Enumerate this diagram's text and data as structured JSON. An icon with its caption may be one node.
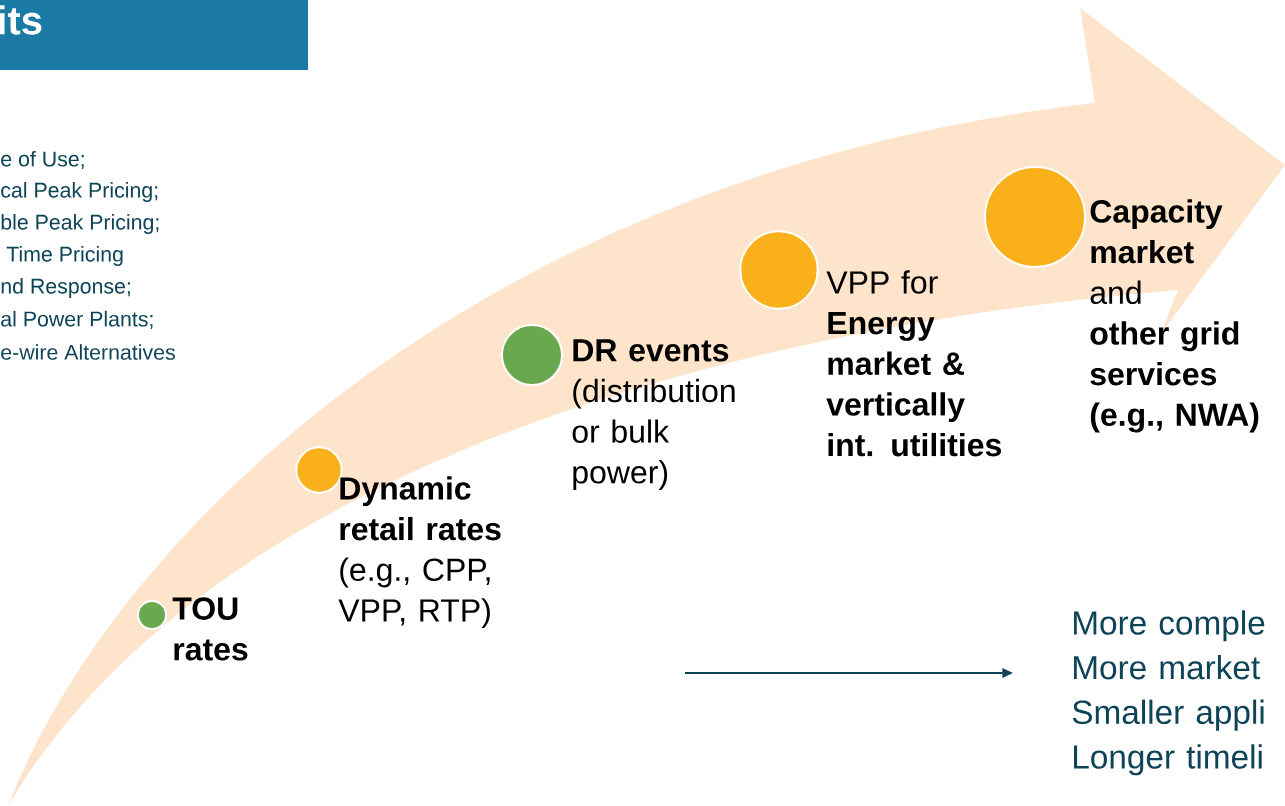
{
  "diagram": {
    "title": "its",
    "nodes": [
      {
        "text": [],
        "shape": "circle",
        "beside": [
          "TOU rates"
        ]
      },
      {
        "text": [],
        "shape": "circle",
        "beside": [
          "Dynamic retail rates",
          "(e.g., CPP, VPP, RTP)"
        ]
      },
      {
        "text": [],
        "shape": "circle",
        "beside": [
          "DR events",
          "(distribution or bulk power)"
        ]
      },
      {
        "text": [],
        "shape": "circle",
        "beside": [
          "VPP for",
          "Energy market & vertically int. utilities"
        ]
      },
      {
        "text": [],
        "shape": "circle",
        "beside": [
          "Capacity market",
          "and",
          "other grid services (e.g., NWA)"
        ]
      },
      {
        "text": [
          "More comple",
          "More market",
          "Smaller appli",
          "Longer timeli"
        ]
      }
    ],
    "edges": [
      {
        "from": null,
        "to": 5,
        "arrow": "to"
      }
    ],
    "labels": [
      "e of Use;",
      "cal Peak Pricing;",
      "ble Peak Pricing;",
      " Time Pricing",
      "nd Response;",
      "al Power Plants;",
      "e-wire Alternatives"
    ]
  }
}
